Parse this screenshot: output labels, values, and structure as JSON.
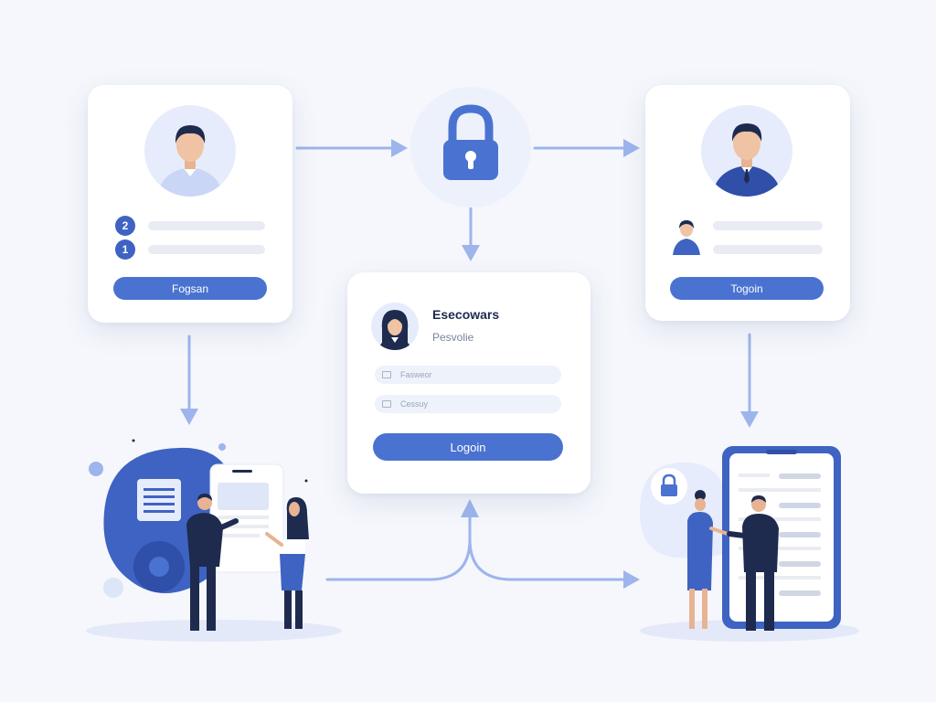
{
  "colors": {
    "background": "#f5f7fc",
    "accent": "#4a72d1",
    "accent_dark": "#2f4fa8",
    "navy": "#1e2b4f",
    "arrow": "#9db5ec",
    "avatar_bg": "#e6ecfb"
  },
  "left_card": {
    "badges": [
      "2",
      "1"
    ],
    "button_label": "Fogsan"
  },
  "center_lock": {
    "icon": "lock-icon"
  },
  "right_card": {
    "button_label": "Togoin"
  },
  "login_card": {
    "title": "Esecowars",
    "subtitle": "Pesvolie",
    "field1_placeholder": "Fasweor",
    "field2_placeholder": "Cessuy",
    "button_label": "Logoin"
  },
  "illustrations": {
    "left_scene": "team-with-document-illustration",
    "right_scene": "team-with-phone-illustration"
  }
}
